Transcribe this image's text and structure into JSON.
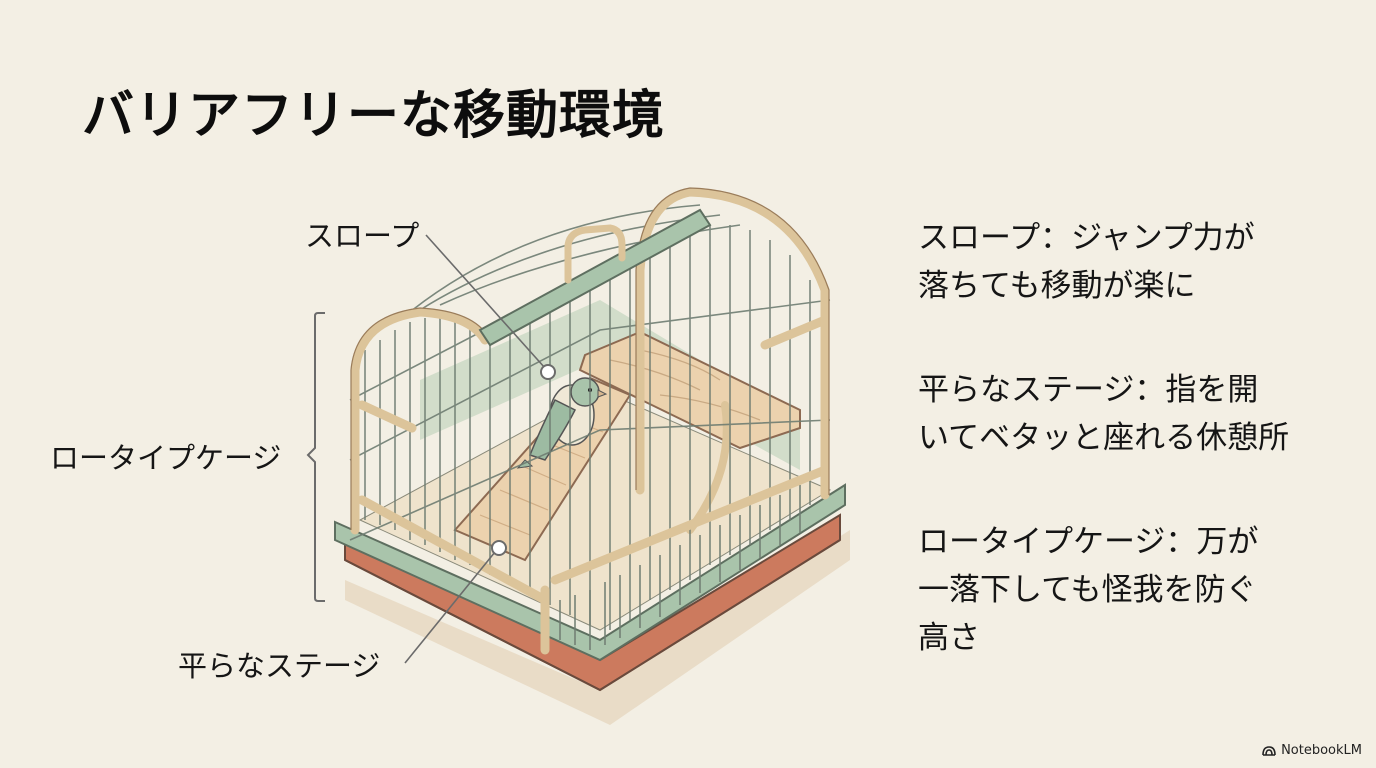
{
  "title": "バリアフリーな移動環境",
  "diagram": {
    "subject": "bird-cage-illustration",
    "callouts": {
      "slope": "スロープ",
      "low_cage": "ロータイプケージ",
      "flat_stage": "平らなステージ"
    }
  },
  "descriptions": [
    {
      "id": "slope",
      "lines": [
        "スロープ：ジャンプ力が",
        "落ちても移動が楽に"
      ]
    },
    {
      "id": "flat_stage",
      "lines": [
        "平らなステージ：指を開",
        "いてベタッと座れる休憩所"
      ]
    },
    {
      "id": "low_cage",
      "lines": [
        "ロータイプケージ：万が",
        "一落下しても怪我を防ぐ",
        "高さ"
      ]
    }
  ],
  "colors": {
    "background": "#f3efe4",
    "cage_wood": "#dcc49a",
    "cage_green": "#a9c4ab",
    "cage_base": "#cc7a5e",
    "wire": "#6f7d72",
    "leader_line": "#6b6b6b"
  },
  "brand": {
    "label": "NotebookLM"
  }
}
